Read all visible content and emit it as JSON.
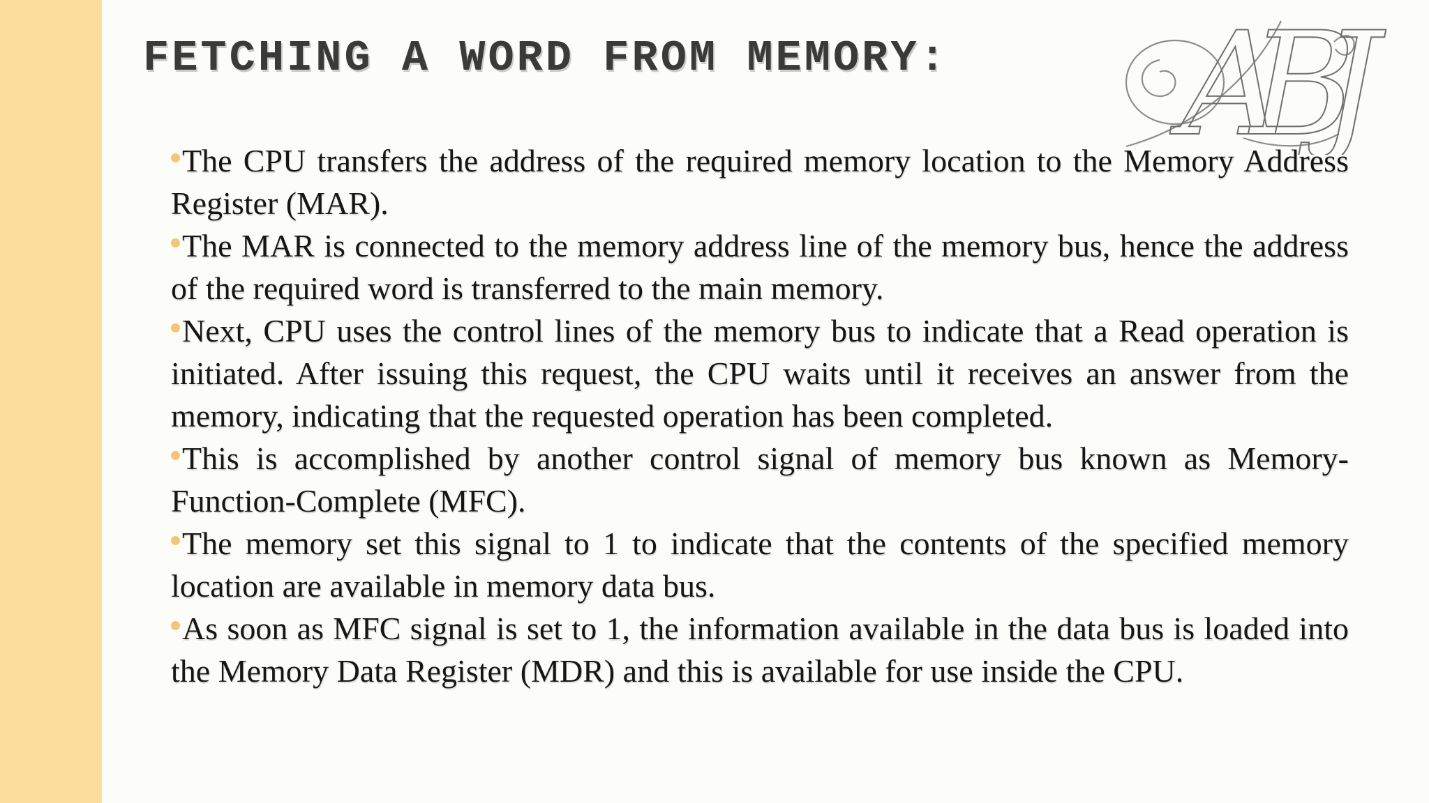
{
  "slide": {
    "title": "FETCHING A WORD FROM MEMORY:",
    "monogram": {
      "letters": "ABJ"
    },
    "bullets": [
      {
        "text": "The CPU transfers the address of the required memory location to the Memory Address Register (MAR)."
      },
      {
        "text": "The MAR is connected to the memory address line of the memory bus, hence the address of the required word is transferred to the main memory."
      },
      {
        "text": "Next, CPU uses the control lines of the memory bus to indicate that a Read operation is initiated. After issuing this request, the CPU waits until it receives an answer from the memory, indicating that the requested operation has been completed."
      },
      {
        "text": "This is accomplished by another control signal of memory bus known as Memory-Function-Complete (MFC)."
      },
      {
        "text": "The memory set this signal to 1 to indicate that the contents of the specified memory location are available in memory data bus."
      },
      {
        "text": "As soon as MFC signal is set to 1, the information available in the data bus is loaded into the Memory Data Register (MDR) and this is available for use inside the CPU."
      }
    ],
    "colors": {
      "accent_band": "#FBDE9D",
      "bullet_dot": "#F3C675",
      "title_text": "#3A3A38",
      "body_text": "#161616",
      "background": "#FCFCF8",
      "monogram_stroke": "#777777"
    }
  }
}
